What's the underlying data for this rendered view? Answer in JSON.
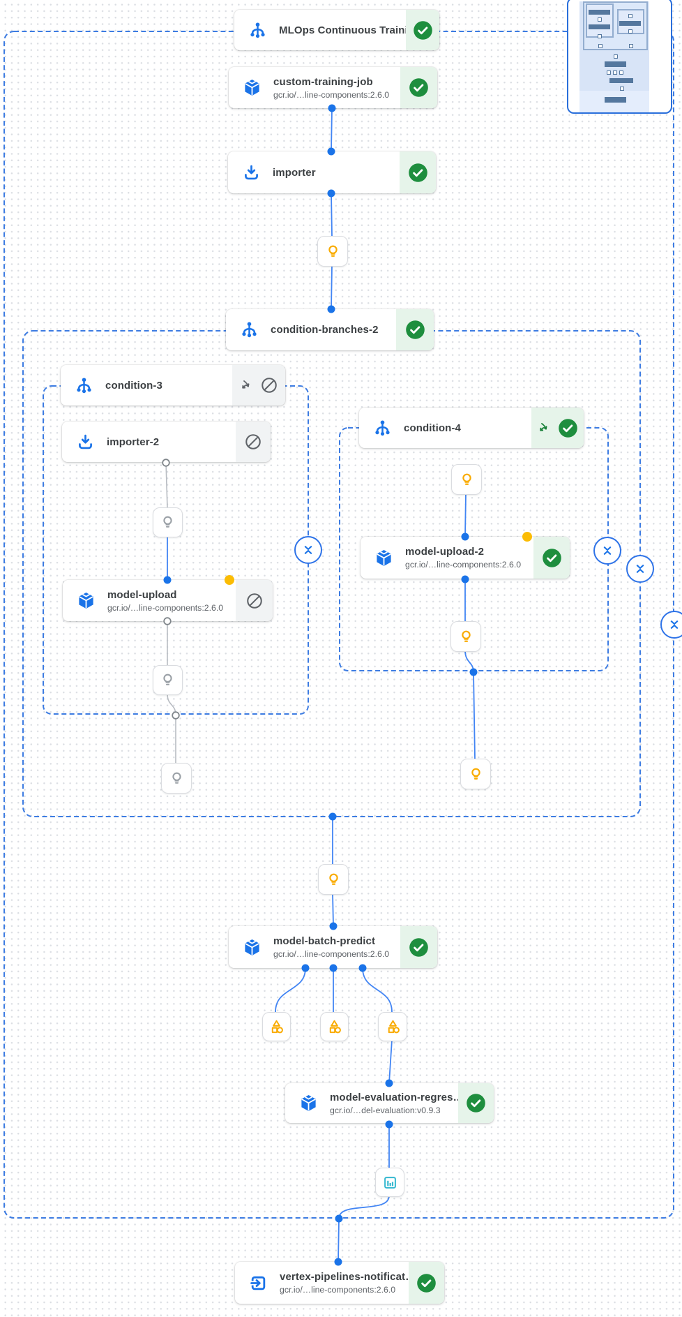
{
  "pipeline": {
    "nodes": {
      "mlops": {
        "title": "MLOps Continuous Traini…",
        "status": "succeeded"
      },
      "custom_training_job": {
        "title": "custom-training-job",
        "subtitle": "gcr.io/…line-components:2.6.0",
        "status": "succeeded"
      },
      "importer": {
        "title": "importer",
        "status": "succeeded"
      },
      "condition_branches_2": {
        "title": "condition-branches-2",
        "status": "succeeded"
      },
      "condition_3": {
        "title": "condition-3",
        "status": "skipped"
      },
      "importer_2": {
        "title": "importer-2",
        "status": "skipped"
      },
      "model_upload": {
        "title": "model-upload",
        "subtitle": "gcr.io/…line-components:2.6.0",
        "status": "skipped"
      },
      "condition_4": {
        "title": "condition-4",
        "status": "succeeded"
      },
      "model_upload_2": {
        "title": "model-upload-2",
        "subtitle": "gcr.io/…line-components:2.6.0",
        "status": "succeeded"
      },
      "model_batch_predict": {
        "title": "model-batch-predict",
        "subtitle": "gcr.io/…line-components:2.6.0",
        "status": "succeeded"
      },
      "model_evaluation_regression": {
        "title": "model-evaluation-regres…",
        "subtitle": "gcr.io/…del-evaluation:v0.9.3",
        "status": "succeeded"
      },
      "vertex_pipelines_notification": {
        "title": "vertex-pipelines-notificat…",
        "subtitle": "gcr.io/…line-components:2.6.0",
        "status": "succeeded"
      }
    },
    "artifact_icons": {
      "parameter": "lightbulb-icon",
      "metrics": "metrics-icon",
      "visualization": "bar-chart-icon"
    },
    "colors": {
      "accent_blue": "#1a73e8",
      "edge_blue": "#4285f4",
      "dashed_border_blue": "#3d7ce2",
      "succeeded_green": "#1e8e3e",
      "succeeded_bg": "#e6f4ea",
      "skipped_bg": "#f1f3f4",
      "skipped_icon_gray": "#5f6368",
      "artifact_yellow": "#f9ab00",
      "artifact_dot_yellow": "#fbbc04",
      "chart_teal": "#35b8d0",
      "gray_edge": "#b8bcc2"
    }
  }
}
